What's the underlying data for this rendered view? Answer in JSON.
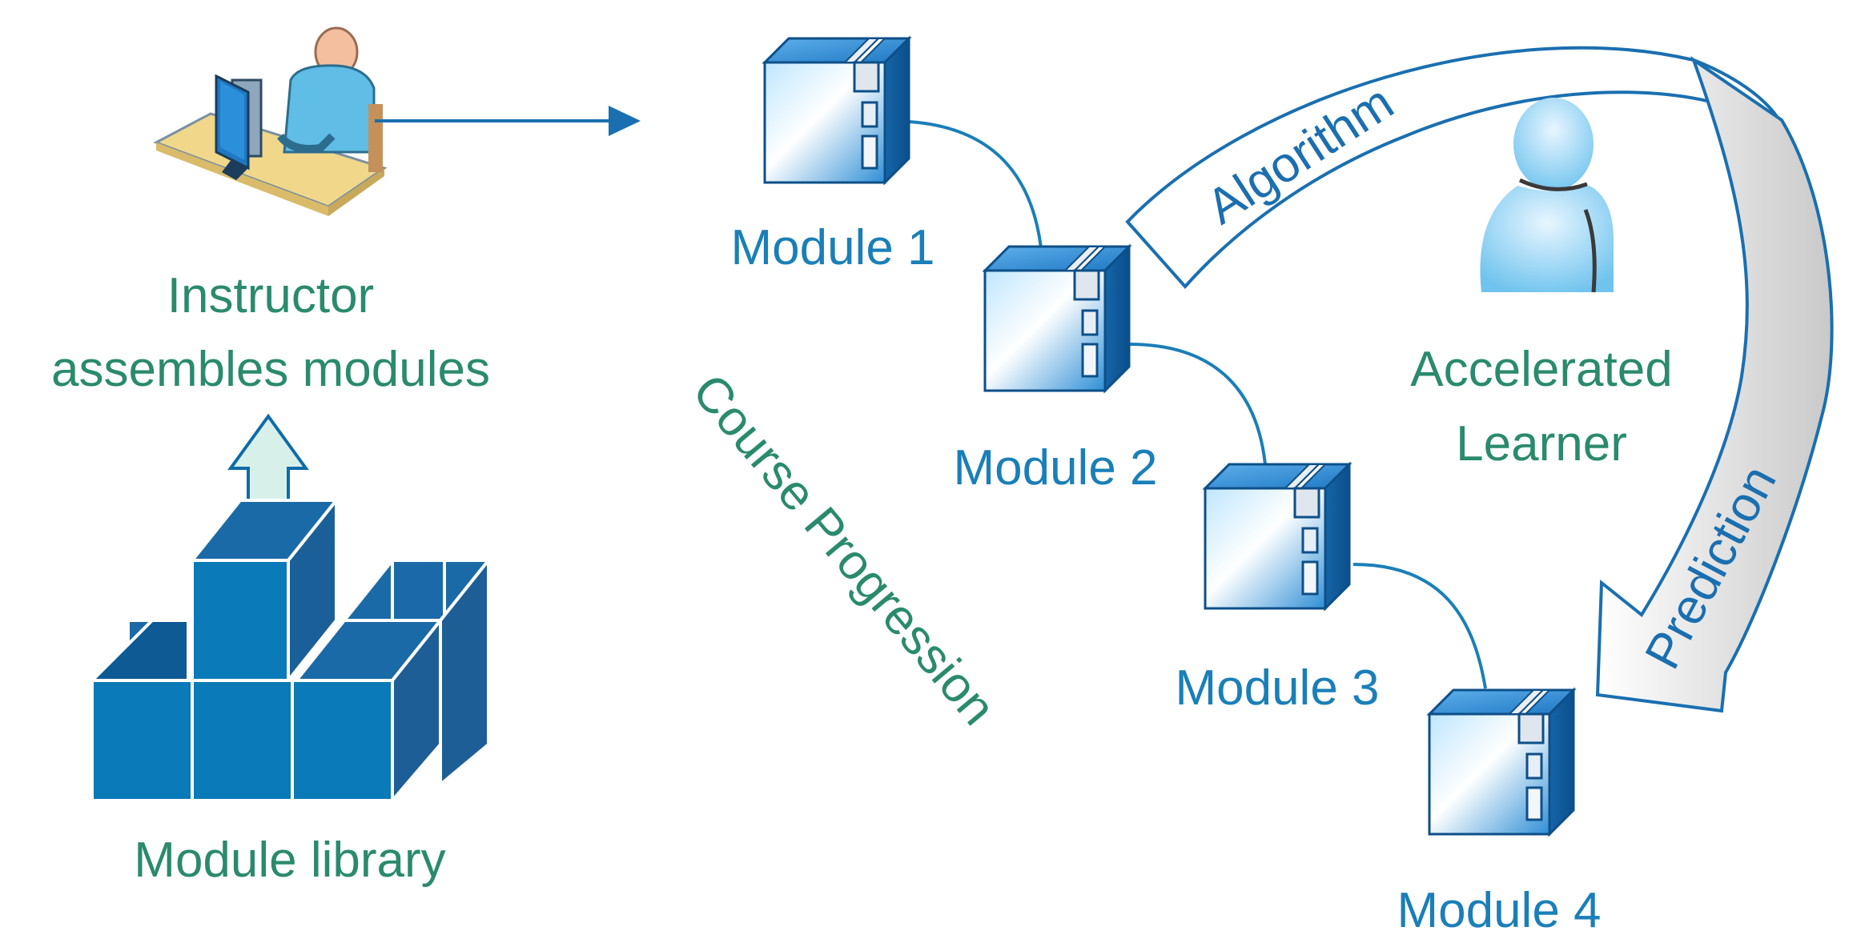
{
  "instructor": {
    "label_line1": "Instructor",
    "label_line2": "assembles modules",
    "icon": "instructor-at-desk-icon"
  },
  "library": {
    "label": "Module library",
    "icon": "stacked-blocks-icon"
  },
  "modules": [
    {
      "label": "Module 1"
    },
    {
      "label": "Module 2"
    },
    {
      "label": "Module 3"
    },
    {
      "label": "Module 4"
    }
  ],
  "progression": {
    "label": "Course Progression"
  },
  "learner": {
    "label_line1": "Accelerated",
    "label_line2": "Learner",
    "icon": "learner-person-icon"
  },
  "arrows": {
    "algorithm": "Algorithm",
    "prediction": "Prediction"
  },
  "colors": {
    "green_text": "#2a8a6e",
    "blue_text": "#1a7fb8",
    "module_blue": "#1a6fb0",
    "block_blue": "#0a7ab8"
  }
}
